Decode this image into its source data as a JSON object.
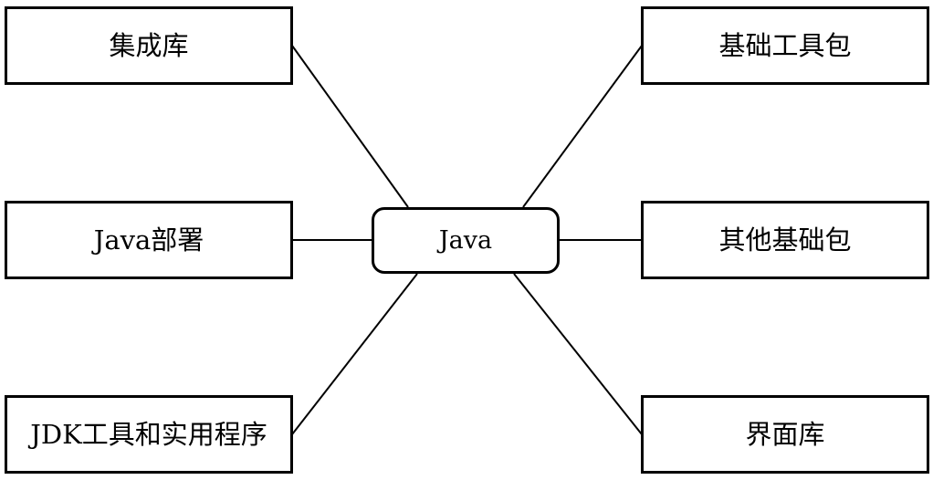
{
  "diagram": {
    "center": {
      "label": "Java"
    },
    "nodes": {
      "top_left": {
        "label": "集成库"
      },
      "middle_left": {
        "label": "Java部署"
      },
      "bottom_left": {
        "label": "JDK工具和实用程序"
      },
      "top_right": {
        "label": "基础工具包"
      },
      "middle_right": {
        "label": "其他基础包"
      },
      "bottom_right": {
        "label": "界面库"
      }
    }
  }
}
